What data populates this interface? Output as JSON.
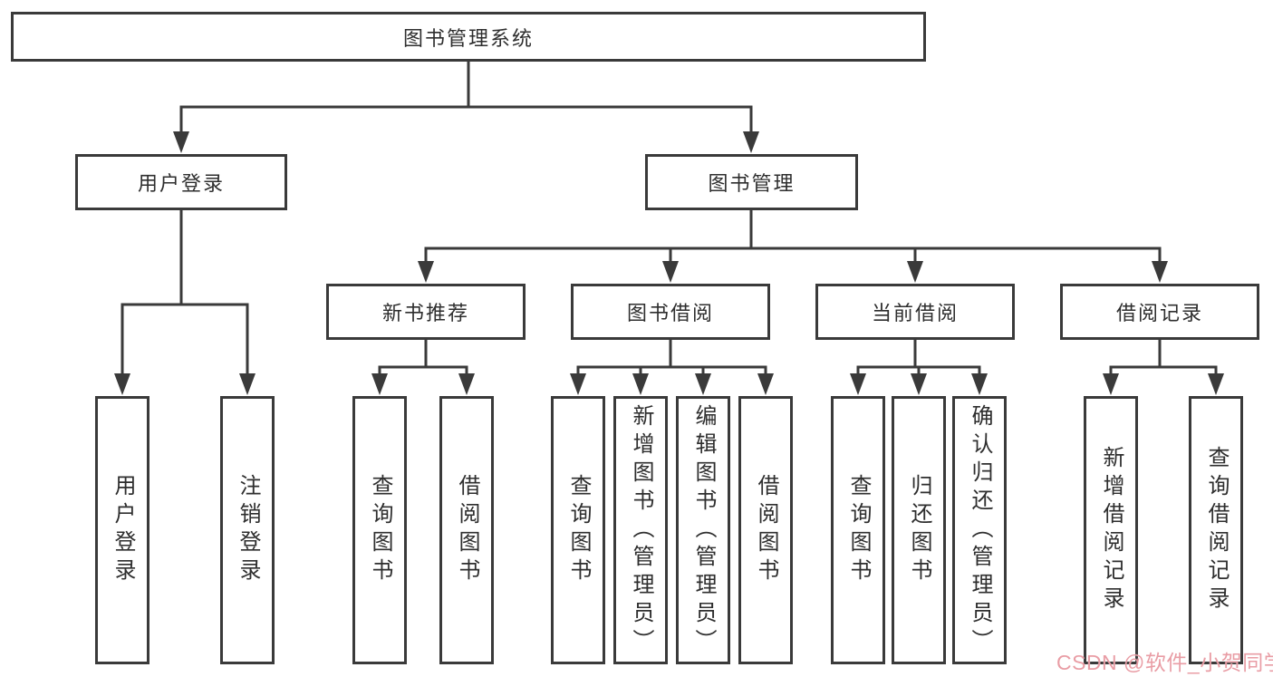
{
  "diagram_type": "functional-structure-chart",
  "tree": {
    "label": "图书管理系统",
    "children": [
      {
        "label": "用户登录",
        "children": [
          {
            "label": "用户登录"
          },
          {
            "label": "注销登录"
          }
        ]
      },
      {
        "label": "图书管理",
        "children": [
          {
            "label": "新书推荐",
            "children": [
              {
                "label": "查询图书"
              },
              {
                "label": "借阅图书"
              }
            ]
          },
          {
            "label": "图书借阅",
            "children": [
              {
                "label": "查询图书"
              },
              {
                "label": "新增图书（管理员）"
              },
              {
                "label": "编辑图书（管理员）"
              },
              {
                "label": "借阅图书"
              }
            ]
          },
          {
            "label": "当前借阅",
            "children": [
              {
                "label": "查询图书"
              },
              {
                "label": "归还图书"
              },
              {
                "label": "确认归还（管理员）"
              }
            ]
          },
          {
            "label": "借阅记录",
            "children": [
              {
                "label": "新增借阅记录"
              },
              {
                "label": "查询借阅记录"
              }
            ]
          }
        ]
      }
    ]
  },
  "watermark": {
    "text": "CSDN @软件_小贺同学"
  },
  "colors": {
    "line": "#3a3a3a",
    "box_border": "#3a3a3a",
    "box_fill": "#ffffff",
    "text": "#2e2e2e",
    "watermark": "#e898a0",
    "background": "#ffffff"
  }
}
